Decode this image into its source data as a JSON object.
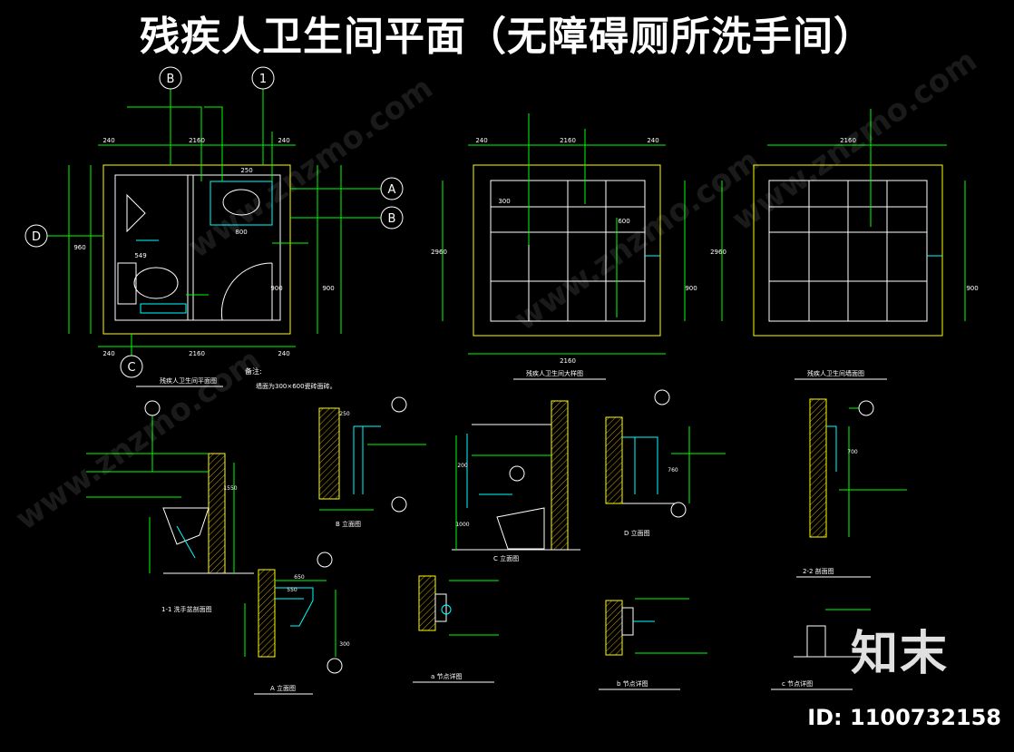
{
  "title": "残疾人卫生间平面（无障碍厕所洗手间）",
  "brand": "知末",
  "image_id": "ID: 1100732158",
  "watermark": "www.znzmo.com",
  "colors": {
    "line": "#ffffff",
    "accent": "#ffff00",
    "dim": "#00ff00",
    "detail": "#00ffff"
  },
  "plan": {
    "caption": "残疾人卫生间平面图",
    "note_label": "备注:",
    "note_text": "墙面为300×600瓷砖面砖。",
    "dims_top": [
      "240",
      "2160",
      "240"
    ],
    "dims_bottom": [
      "240",
      "2160",
      "240"
    ],
    "dims_mid": [
      "250",
      "800",
      "549",
      "900",
      "960",
      "900"
    ],
    "axes": [
      "B",
      "1",
      "A",
      "B",
      "D",
      "C"
    ]
  },
  "elev1": {
    "caption": "残疾人卫生间大样图",
    "dims_top": [
      "240",
      "2160",
      "240"
    ],
    "dim_bottom": "2160",
    "dim_left": "2960",
    "dims_inner": [
      "300",
      "600",
      "900"
    ]
  },
  "elev2": {
    "caption": "残疾人卫生间墙面图",
    "dim_top": "2160",
    "dim_left": "2960",
    "dims_inner": [
      "900"
    ]
  },
  "details": [
    {
      "id": "d11",
      "caption": "1-1 洗手盆剖面图"
    },
    {
      "id": "dB",
      "caption": "B 立面图"
    },
    {
      "id": "dC",
      "caption": "C 立面图"
    },
    {
      "id": "dD",
      "caption": "D 立面图"
    },
    {
      "id": "d22",
      "caption": "2-2 剖面图"
    },
    {
      "id": "dA",
      "caption": "A 立面图"
    },
    {
      "id": "da",
      "caption": "a 节点详图"
    },
    {
      "id": "db",
      "caption": "b 节点详图"
    },
    {
      "id": "dc",
      "caption": "c 节点详图"
    }
  ],
  "detail_dims": [
    "250",
    "650",
    "550",
    "300",
    "200",
    "760",
    "1000",
    "1550",
    "700"
  ]
}
